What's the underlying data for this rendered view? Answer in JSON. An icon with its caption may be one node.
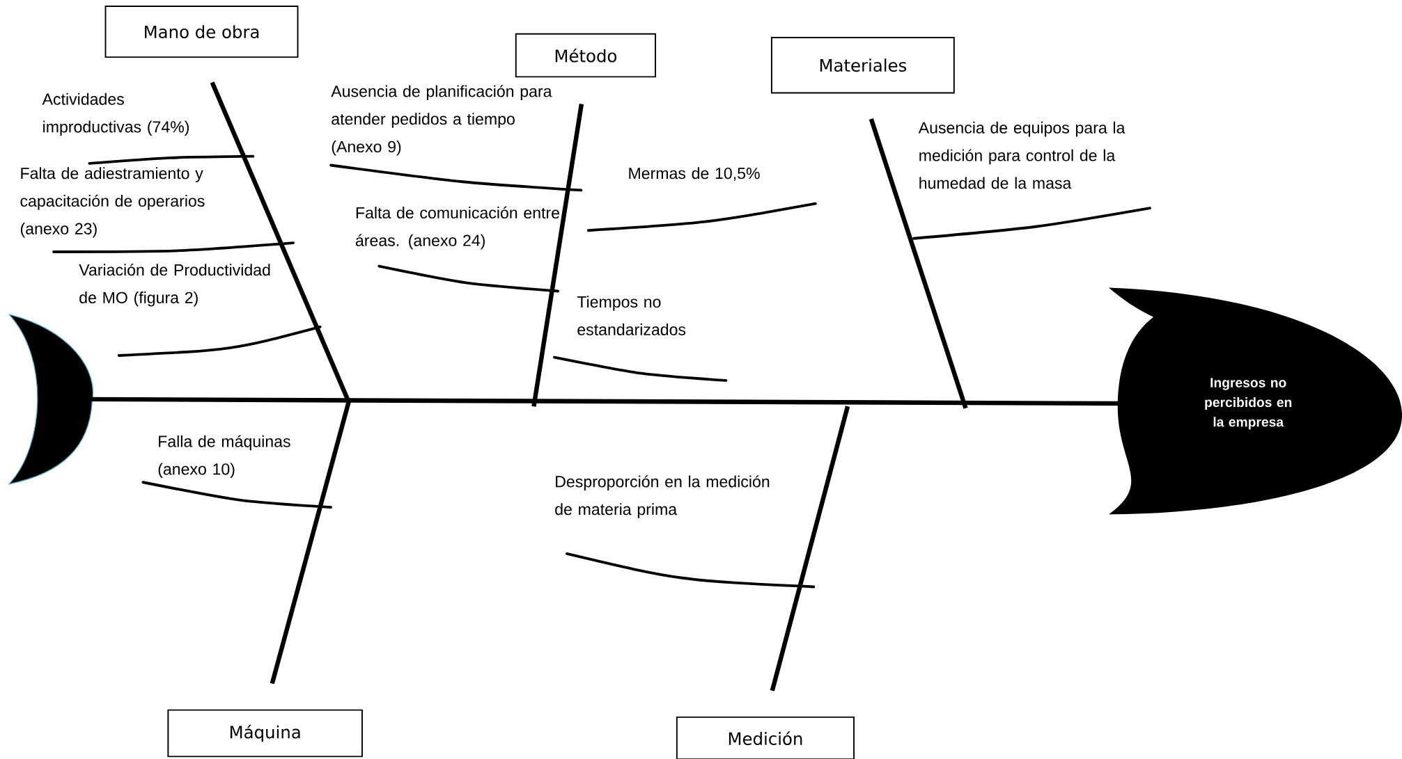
{
  "diagram": {
    "nodes": [
      {
        "text": [
          "Mano de obra"
        ]
      },
      {
        "text": [
          "Método"
        ]
      },
      {
        "text": [
          "Materiales"
        ]
      },
      {
        "text": [
          "Máquina"
        ]
      },
      {
        "text": [
          "Medición"
        ]
      },
      {
        "text": [
          "Ingresos no percibidos en la empresa"
        ]
      },
      {
        "text": [],
        "shape": "crescent"
      }
    ],
    "edges": [
      {
        "from": 6,
        "to": 5,
        "arrow": "none"
      },
      {
        "from": 0,
        "to": null,
        "arrow": "none"
      },
      {
        "from": 1,
        "to": null,
        "arrow": "none"
      },
      {
        "from": 2,
        "to": null,
        "arrow": "none"
      },
      {
        "from": 3,
        "to": null,
        "arrow": "none"
      },
      {
        "from": 4,
        "to": null,
        "arrow": "none"
      }
    ],
    "labels": [
      "Actividades improductivas (74%)",
      "Ausencia de planificación para atender pedidos a tiempo (Anexo 9)",
      "Ausencia de equipos para la medición para control de la humedad de la masa",
      "Falta de adiestramiento y capacitación de operarios (anexo 23)",
      "Mermas de 10,5%",
      "Falta de comunicación entre áreas. (anexo 24)",
      "Variación de Productividad de MO (figura 2)",
      "Tiempos no estandarizados",
      "Falla de máquinas (anexo 10)",
      "Desproporción en la medición de materia prima"
    ]
  }
}
